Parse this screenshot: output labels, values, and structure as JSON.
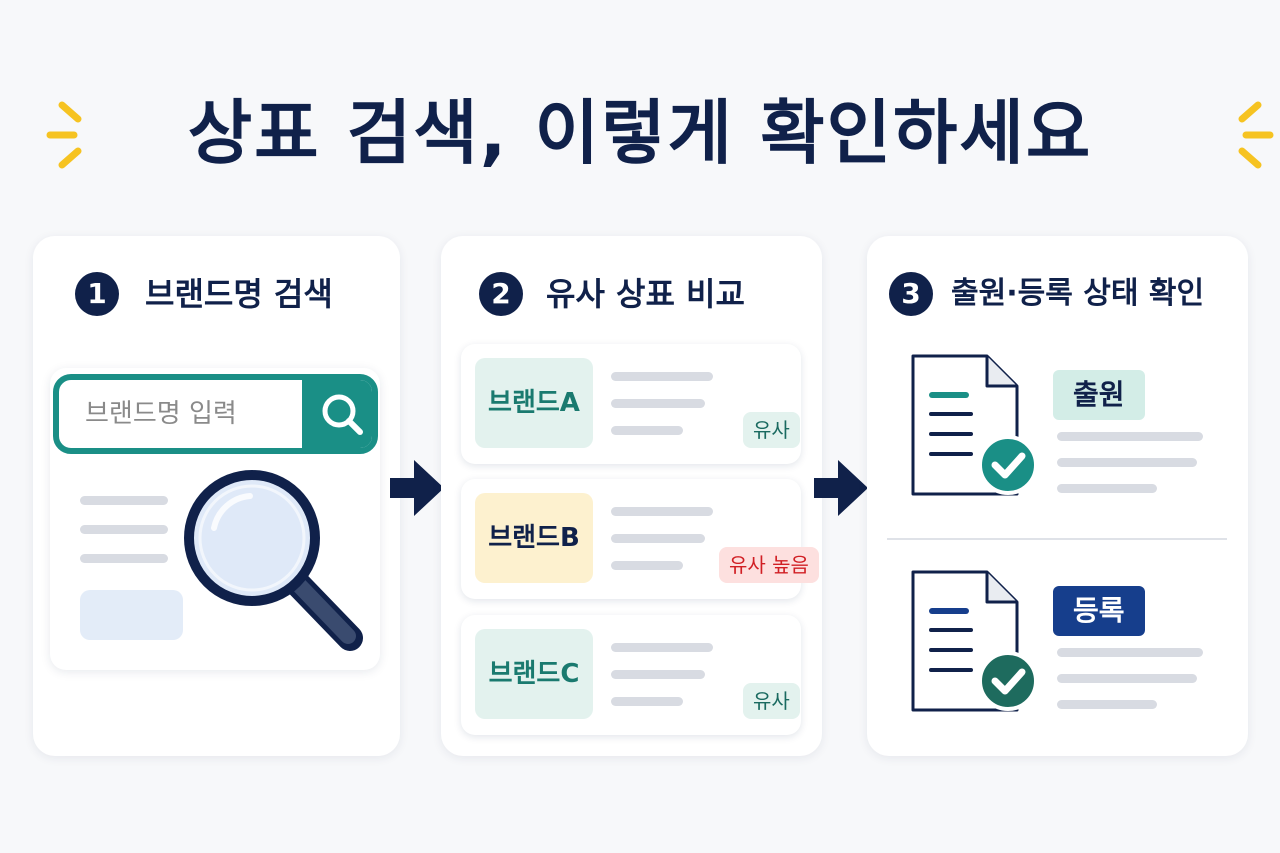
{
  "title": "상표 검색, 이렇게 확인하세요",
  "steps": [
    {
      "number": "1",
      "title": "브랜드명 검색",
      "search_placeholder": "브랜드명 입력",
      "search_icon": "search-icon",
      "illustration_icon": "magnifier-icon"
    },
    {
      "number": "2",
      "title": "유사 상표 비교",
      "brands": [
        {
          "name": "브랜드A",
          "badge": "유사",
          "box_color": "#e3f2ee",
          "text_color": "#1a7a6f",
          "badge_bg": "#e3f2ee",
          "badge_color": "#1a6a60"
        },
        {
          "name": "브랜드B",
          "badge": "유사 높음",
          "box_color": "#fdf1cf",
          "text_color": "#10214a",
          "badge_bg": "#fde0df",
          "badge_color": "#d11f24"
        },
        {
          "name": "브랜드C",
          "badge": "유사",
          "box_color": "#e3f2ee",
          "text_color": "#1a7a6f",
          "badge_bg": "#e3f2ee",
          "badge_color": "#1a6a60"
        }
      ]
    },
    {
      "number": "3",
      "title": "출원·등록 상태 확인",
      "statuses": [
        {
          "label": "출원",
          "bg": "#d3ede7",
          "color": "#10214a",
          "icon": "document-check-icon"
        },
        {
          "label": "등록",
          "bg": "#163e8c",
          "color": "#ffffff",
          "icon": "document-check-icon"
        }
      ]
    }
  ],
  "colors": {
    "navy": "#10214a",
    "teal": "#1a8f86",
    "accent_yellow": "#f6c321",
    "background": "#f7f8fa"
  }
}
